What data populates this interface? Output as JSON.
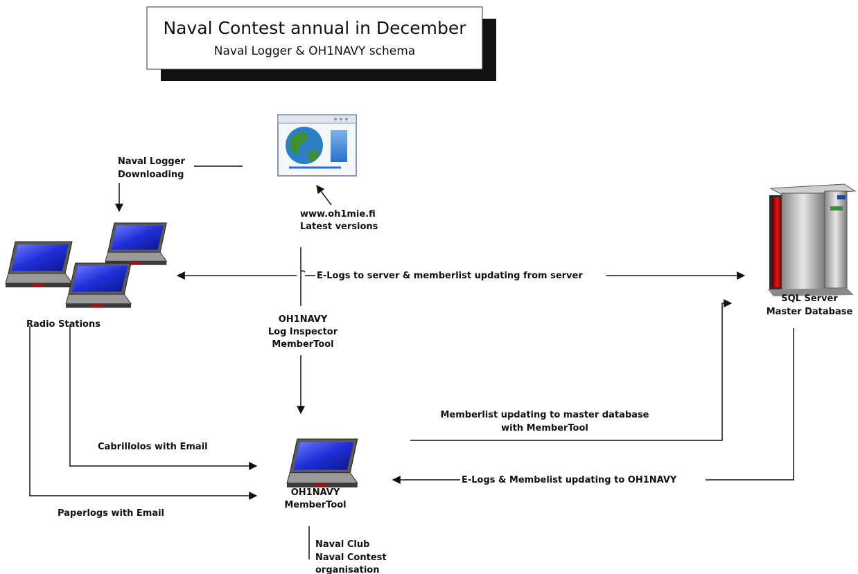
{
  "title": {
    "line1": "Naval Contest annual in December",
    "line2": "Naval Logger & OH1NAVY schema"
  },
  "labels": {
    "naval_logger_1": "Naval Logger",
    "naval_logger_2": "Downloading",
    "site_1": "www.oh1mie.fi",
    "site_2": "Latest versions",
    "elogs_server": "E-Logs to server & memberlist updating from server",
    "radio_stations": "Radio Stations",
    "sql_1": "SQL Server",
    "sql_2": "Master Database",
    "oh1navy_tools_1": "OH1NAVY",
    "oh1navy_tools_2": "Log Inspector",
    "oh1navy_tools_3": "MemberTool",
    "memberlist_master_1": "Memberlist updating to master database",
    "memberlist_master_2": "with MemberTool",
    "cabrillolos": "Cabrillolos with Email",
    "elogs_oh1navy": "E-Logs & Membelist updating to OH1NAVY",
    "membertool_1": "OH1NAVY",
    "membertool_2": "MemberTool",
    "paperlogs": "Paperlogs with Email",
    "club_1": "Naval Club",
    "club_2": "Naval Contest",
    "club_3": "organisation"
  },
  "icons": {
    "browser": "web-browser-globe-icon",
    "laptops": "laptop-icon",
    "server": "server-tower-icon"
  },
  "colors": {
    "screen": "#1f2fd8",
    "server_red": "#cc1111",
    "globe_ocean": "#2c7fc2",
    "globe_land": "#3f8f2f"
  }
}
